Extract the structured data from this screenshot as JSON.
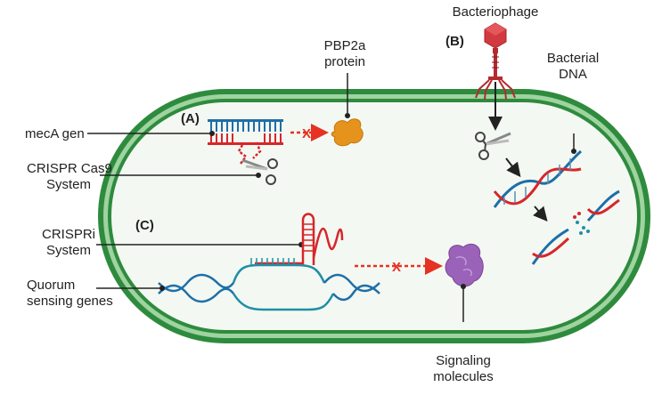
{
  "labels": {
    "bacteriophage": "Bacteriophage",
    "panel_a": "(A)",
    "panel_b": "(B)",
    "panel_c": "(C)",
    "pbp2a_line1": "PBP2a",
    "pbp2a_line2": "protein",
    "bacterial_dna_line1": "Bacterial",
    "bacterial_dna_line2": "DNA",
    "meca_gen": "mecA gen",
    "crispr_cas9_line1": "CRISPR Cas9",
    "crispr_cas9_line2": "System",
    "crispri_line1": "CRISPRi",
    "crispri_line2": "System",
    "quorum_line1": "Quorum",
    "quorum_line2": "sensing genes",
    "signaling_line1": "Signaling",
    "signaling_line2": "molecules",
    "block_x": "X"
  },
  "colors": {
    "cell_wall_outer": "#2e8b3e",
    "cell_wall_inner": "#9fd3a0",
    "cytoplasm": "#f4f8f2",
    "dna_blue": "#1d6fa8",
    "dna_red": "#d7262b",
    "teal_strand": "#1f8fa6",
    "protein_orange": "#e5931c",
    "protein_purple": "#9a62b8",
    "phage_red": "#d23a3f",
    "inhibit_red": "#e53222"
  }
}
